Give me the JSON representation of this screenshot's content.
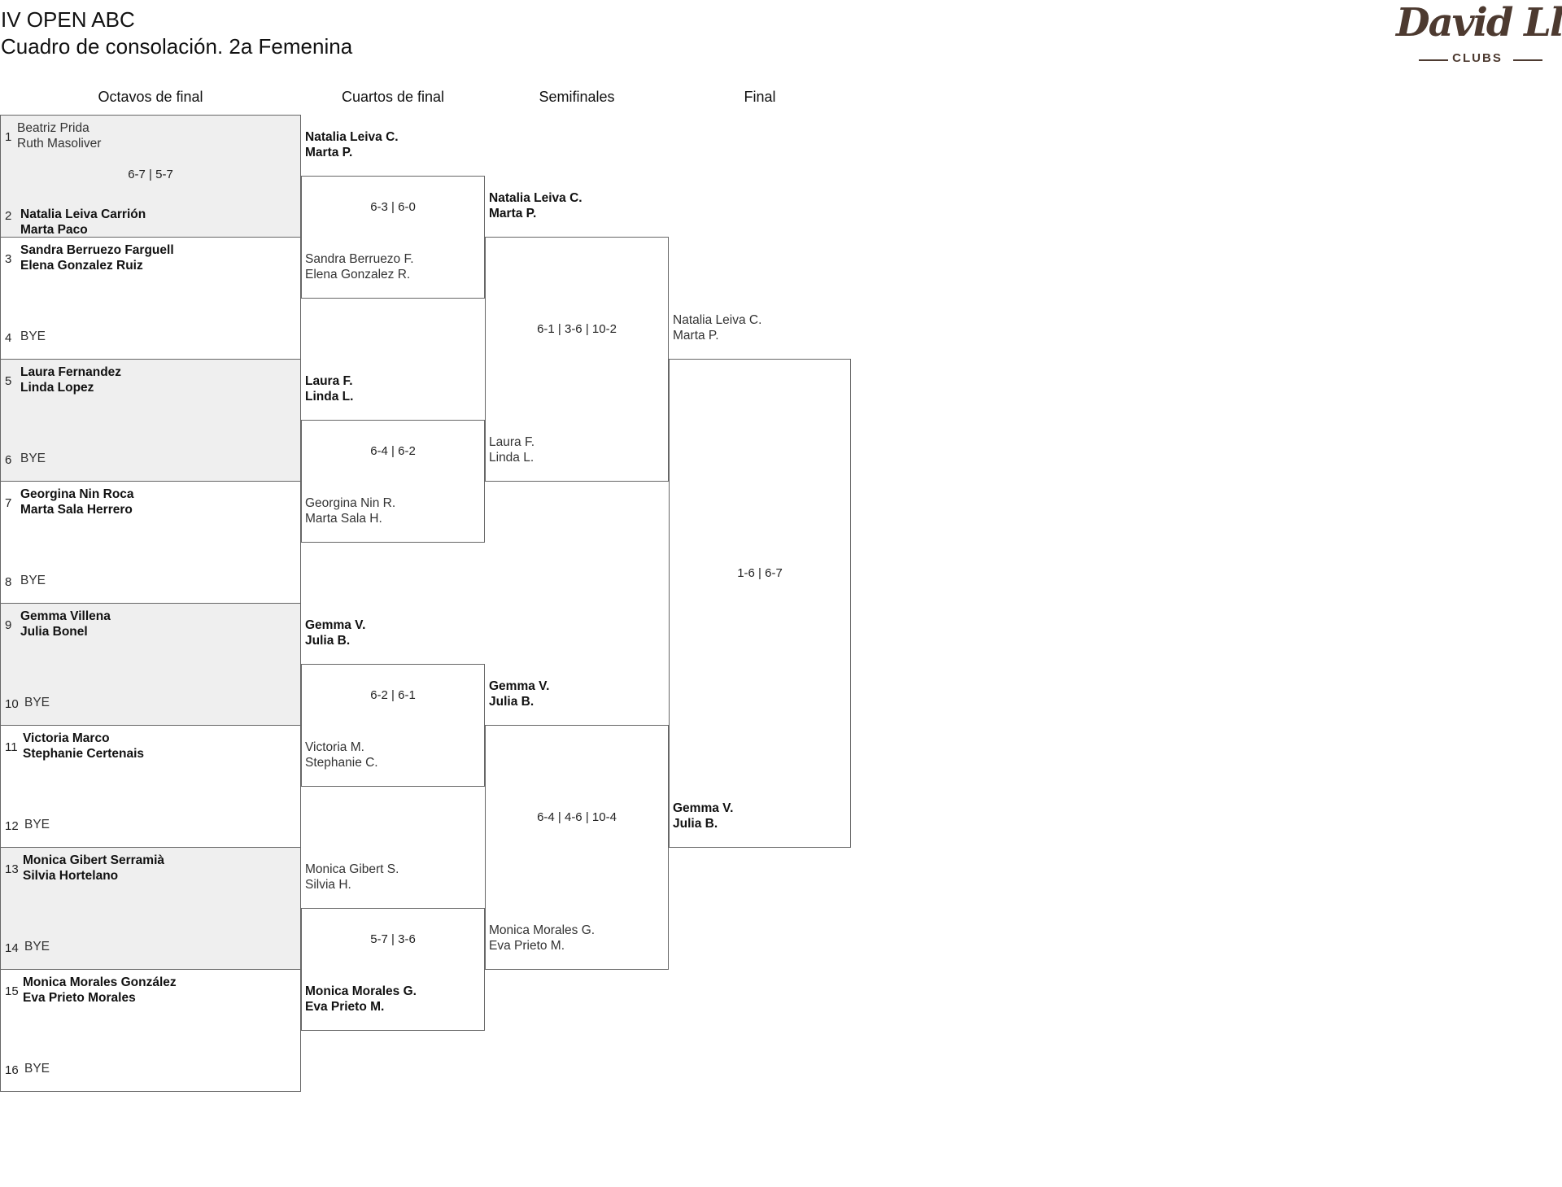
{
  "header": {
    "title": "IV OPEN ABC",
    "subtitle": "Cuadro de consolación. 2a Femenina",
    "logo_text": "David Lloyd",
    "logo_subtext": "CLUBS"
  },
  "rounds": [
    "Octavos de final",
    "Cuartos de final",
    "Semifinales",
    "Final"
  ],
  "entries": [
    {
      "seed": "1",
      "p1": "Beatriz Prida",
      "p2": "Ruth Masoliver",
      "winner": false
    },
    {
      "seed": "2",
      "p1": "Natalia Leiva Carrión",
      "p2": "Marta Paco",
      "winner": true
    },
    {
      "seed": "3",
      "p1": "Sandra Berruezo Farguell",
      "p2": "Elena Gonzalez Ruiz",
      "winner": true
    },
    {
      "seed": "4",
      "p1": "BYE",
      "p2": "",
      "winner": false
    },
    {
      "seed": "5",
      "p1": "Laura Fernandez",
      "p2": "Linda Lopez",
      "winner": true
    },
    {
      "seed": "6",
      "p1": "BYE",
      "p2": "",
      "winner": false
    },
    {
      "seed": "7",
      "p1": "Georgina Nin Roca",
      "p2": "Marta Sala Herrero",
      "winner": true
    },
    {
      "seed": "8",
      "p1": "BYE",
      "p2": "",
      "winner": false
    },
    {
      "seed": "9",
      "p1": "Gemma Villena",
      "p2": "Julia Bonel",
      "winner": true
    },
    {
      "seed": "10",
      "p1": "BYE",
      "p2": "",
      "winner": false
    },
    {
      "seed": "11",
      "p1": "Victoria Marco",
      "p2": "Stephanie Certenais",
      "winner": true
    },
    {
      "seed": "12",
      "p1": "BYE",
      "p2": "",
      "winner": false
    },
    {
      "seed": "13",
      "p1": "Monica Gibert Serramià",
      "p2": "Silvia Hortelano",
      "winner": true
    },
    {
      "seed": "14",
      "p1": "BYE",
      "p2": "",
      "winner": false
    },
    {
      "seed": "15",
      "p1": "Monica Morales González",
      "p2": "Eva Prieto Morales",
      "winner": true
    },
    {
      "seed": "16",
      "p1": "BYE",
      "p2": "",
      "winner": false
    }
  ],
  "r16_scores": [
    "6-7 | 5-7",
    "",
    "",
    "",
    "",
    "",
    "",
    ""
  ],
  "quarters": [
    {
      "top": {
        "p1": "Natalia Leiva C.",
        "p2": "Marta P.",
        "winner": true
      },
      "bottom": {
        "p1": "Sandra Berruezo F.",
        "p2": "Elena Gonzalez R.",
        "winner": false
      },
      "score": "6-3 | 6-0"
    },
    {
      "top": {
        "p1": "Laura F.",
        "p2": "Linda L.",
        "winner": true
      },
      "bottom": {
        "p1": "Georgina Nin R.",
        "p2": "Marta Sala H.",
        "winner": false
      },
      "score": "6-4 | 6-2"
    },
    {
      "top": {
        "p1": "Gemma V.",
        "p2": "Julia B.",
        "winner": true
      },
      "bottom": {
        "p1": "Victoria M.",
        "p2": "Stephanie C.",
        "winner": false
      },
      "score": "6-2 | 6-1"
    },
    {
      "top": {
        "p1": "Monica Gibert S.",
        "p2": "Silvia H.",
        "winner": false
      },
      "bottom": {
        "p1": "Monica Morales G.",
        "p2": "Eva Prieto M.",
        "winner": true
      },
      "score": "5-7 | 3-6"
    }
  ],
  "semis": [
    {
      "top": {
        "p1": "Natalia Leiva C.",
        "p2": "Marta P.",
        "winner": true
      },
      "bottom": {
        "p1": "Laura F.",
        "p2": "Linda L.",
        "winner": false
      },
      "score": "6-1 | 3-6 | 10-2"
    },
    {
      "top": {
        "p1": "Gemma V.",
        "p2": "Julia B.",
        "winner": true
      },
      "bottom": {
        "p1": "Monica Morales G.",
        "p2": "Eva Prieto M.",
        "winner": false
      },
      "score": "6-4 | 4-6 | 10-4"
    }
  ],
  "final": {
    "top": {
      "p1": "Natalia Leiva C.",
      "p2": "Marta P.",
      "winner": false
    },
    "bottom": {
      "p1": "Gemma V.",
      "p2": "Julia B.",
      "winner": true
    },
    "score": "1-6 | 6-7"
  }
}
